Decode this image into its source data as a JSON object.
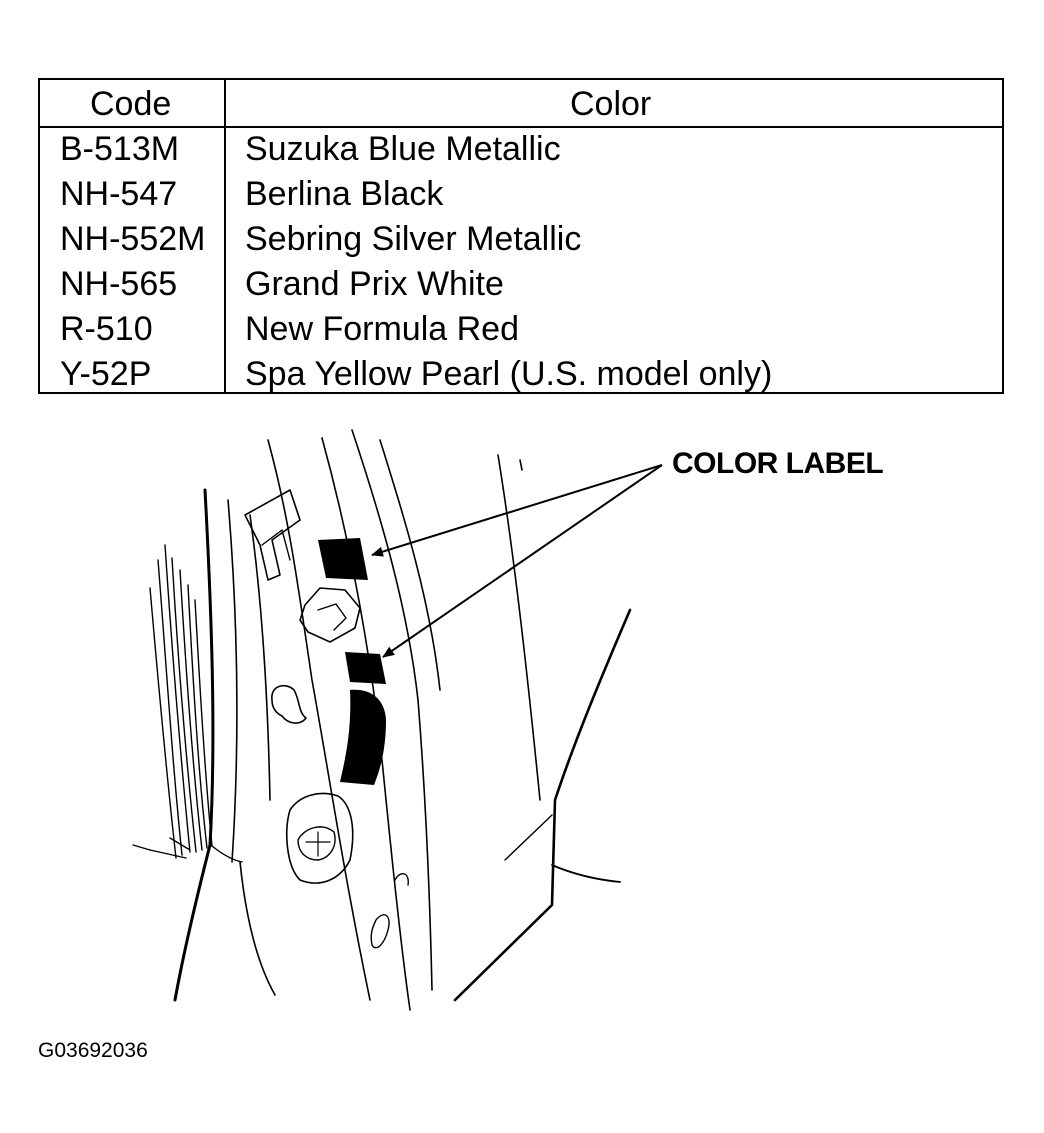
{
  "table": {
    "headers": {
      "code": "Code",
      "color": "Color"
    },
    "rows": [
      {
        "code": "B-513M",
        "color": "Suzuka Blue Metallic"
      },
      {
        "code": "NH-547",
        "color": "Berlina Black"
      },
      {
        "code": "NH-552M",
        "color": "Sebring Silver Metallic"
      },
      {
        "code": "NH-565",
        "color": "Grand Prix White"
      },
      {
        "code": "R-510",
        "color": "New Formula Red"
      },
      {
        "code": "Y-52P",
        "color": "Spa Yellow Pearl (U.S. model only)"
      }
    ]
  },
  "diagram": {
    "callout": "COLOR LABEL",
    "figure_id": "G03692036"
  }
}
